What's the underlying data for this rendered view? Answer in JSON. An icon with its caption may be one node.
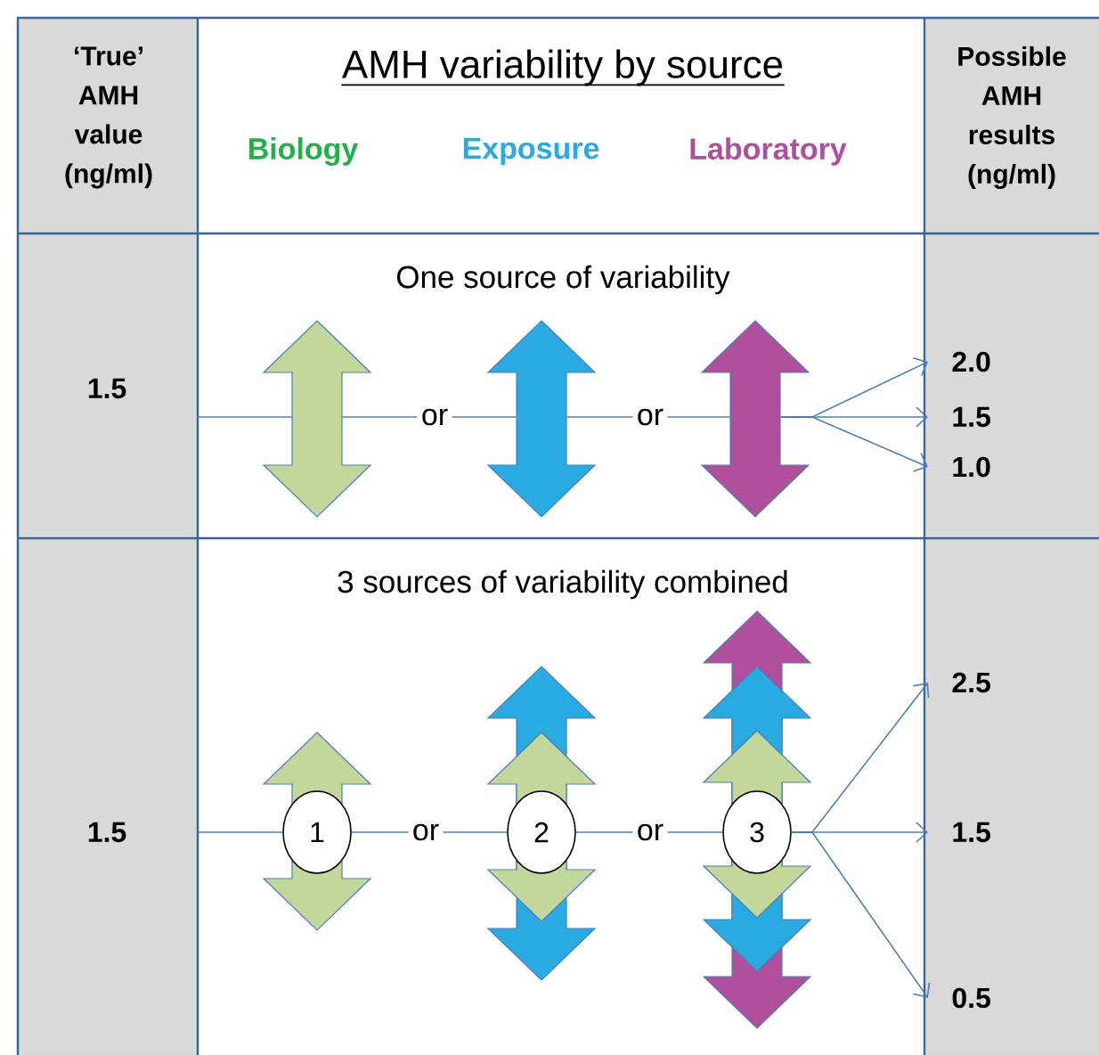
{
  "diagram": {
    "title": "AMH variability by source",
    "nodes": [
      {
        "text": [],
        "shape": "arrow"
      },
      {
        "text": [
          "or"
        ]
      },
      {
        "text": [],
        "shape": "arrow"
      },
      {
        "text": [
          "or"
        ]
      },
      {
        "text": [],
        "shape": "arrow"
      },
      {
        "text": [
          "2.0"
        ]
      },
      {
        "text": [
          "1.5"
        ]
      },
      {
        "text": [
          "1.0"
        ]
      },
      {
        "text": [
          "1"
        ]
      },
      {
        "text": [
          "or"
        ]
      },
      {
        "text": [
          "2"
        ]
      },
      {
        "text": [
          "or"
        ]
      },
      {
        "text": [
          "3"
        ]
      },
      {
        "text": [
          "2.5"
        ]
      },
      {
        "text": [
          "1.5"
        ]
      },
      {
        "text": [
          "0.5"
        ]
      }
    ],
    "edges": [
      {
        "from": null,
        "to": 0,
        "arrow": "none"
      },
      {
        "from": 0,
        "to": 1,
        "arrow": "none"
      },
      {
        "from": 1,
        "to": 2,
        "arrow": "none"
      },
      {
        "from": 2,
        "to": 3,
        "arrow": "none"
      },
      {
        "from": 3,
        "to": 4,
        "arrow": "none"
      },
      {
        "from": 4,
        "to": 5,
        "arrow": "to"
      },
      {
        "from": 4,
        "to": 6,
        "arrow": "to"
      },
      {
        "from": 4,
        "to": 7,
        "arrow": "to"
      },
      {
        "from": null,
        "to": 8,
        "arrow": "none"
      },
      {
        "from": 8,
        "to": 9,
        "arrow": "none"
      },
      {
        "from": 9,
        "to": 10,
        "arrow": "none"
      },
      {
        "from": 10,
        "to": 11,
        "arrow": "none"
      },
      {
        "from": 11,
        "to": 12,
        "arrow": "none"
      },
      {
        "from": 12,
        "to": 13,
        "arrow": "to"
      },
      {
        "from": 12,
        "to": 14,
        "arrow": "to"
      },
      {
        "from": 12,
        "to": 15,
        "arrow": "to"
      }
    ],
    "labels": [
      "‘True’ AMH value (ng/ml)",
      "Biology",
      "Exposure",
      "Laboratory",
      "Possible AMH results (ng/ml)",
      "One source of variability",
      "1.5",
      "3 sources of variability combined",
      "1.5"
    ]
  }
}
